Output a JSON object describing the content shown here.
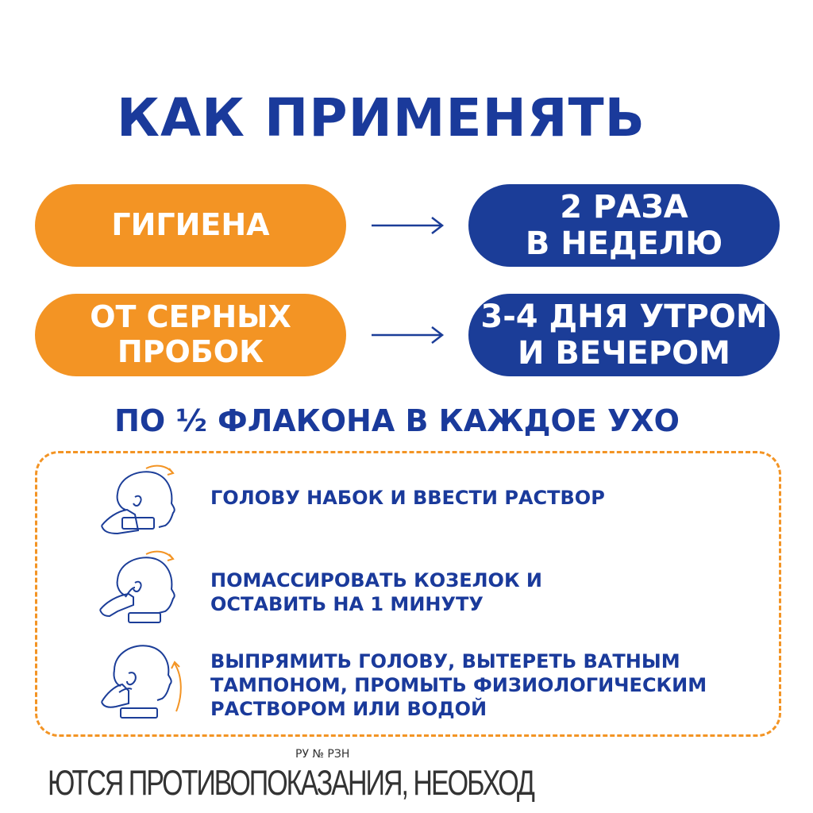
{
  "title": "КАК ПРИМЕНЯТЬ",
  "rows": [
    {
      "left": "ГИГИЕНА",
      "right": "2 РАЗА\nВ НЕДЕЛЮ"
    },
    {
      "left": "ОТ СЕРНЫХ\nПРОБОК",
      "right": "3-4 ДНЯ УТРОМ\nИ ВЕЧЕРОМ"
    }
  ],
  "dose": "ПО ½ ФЛАКОНА В КАЖДОЕ УХО",
  "steps": [
    {
      "icon": "head-tilt-icon",
      "text": "ГОЛОВУ НАБОК И ВВЕСТИ РАСТВОР"
    },
    {
      "icon": "ear-massage-icon",
      "text": "ПОМАССИРОВАТЬ КОЗЕЛОК И\nОСТАВИТЬ НА 1 МИНУТУ"
    },
    {
      "icon": "head-upright-icon",
      "text": "ВЫПРЯМИТЬ ГОЛОВУ, ВЫТЕРЕТЬ ВАТНЫМ\nТАМПОНОМ, ПРОМЫТЬ ФИЗИОЛОГИЧЕСКИМ\nРАСТВОРОМ ИЛИ ВОДОЙ"
    }
  ],
  "footer": {
    "reg": "РУ № РЗН",
    "warning": "ЮТСЯ ПРОТИВОПОКАЗАНИЯ, НЕОБХОД"
  },
  "colors": {
    "orange": "#f39424",
    "blue": "#1b3d98",
    "text_blue": "#1a3a9b"
  }
}
